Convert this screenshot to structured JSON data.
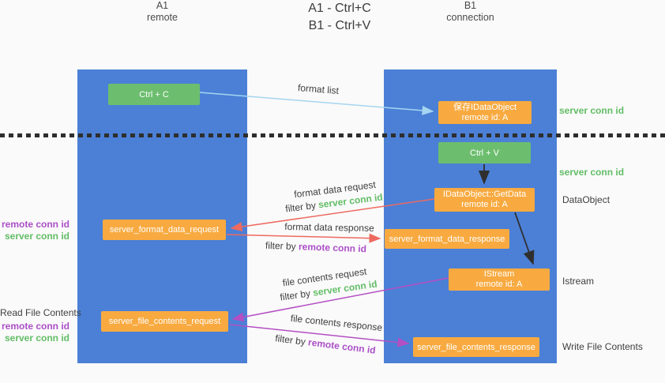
{
  "title": {
    "line1": "A1 - Ctrl+C",
    "line2": "B1 - Ctrl+V"
  },
  "columns": {
    "left": {
      "id": "A1",
      "label": "remote"
    },
    "right": {
      "id": "B1",
      "label": "connection"
    }
  },
  "nodes": {
    "ctrl_c": "Ctrl + C",
    "save_idataobject": {
      "line1": "保存IDataObject",
      "line2": "remote id: A"
    },
    "ctrl_v": "Ctrl + V",
    "getdata": {
      "line1": "IDataObject::GetData",
      "line2": "remote id: A"
    },
    "format_request": "server_format_data_request",
    "format_response": "server_format_data_response",
    "istream": {
      "line1": "IStream",
      "line2": "remote id: A"
    },
    "file_request": "server_file_contents_request",
    "file_response": "server_file_contents_response"
  },
  "arrow_labels": {
    "format_list": "format list",
    "format_data_request": "format data request",
    "format_data_response": "format data response",
    "file_contents_request": "file contents request",
    "file_contents_response": "file contents response",
    "filter_by": "filter by",
    "server_conn_id": "server conn id",
    "remote_conn_id": "remote conn id"
  },
  "annotations": {
    "right_server_conn_id_top": "server conn id",
    "right_server_conn_id_mid": "server conn id",
    "dataobject": "DataObject",
    "istream": "Istream",
    "write_file_contents": "Write File Contents",
    "read_file_contents": "Read File Contents",
    "left_remote_conn_id_1": "remote conn id",
    "left_server_conn_id_1": "server conn id",
    "left_remote_conn_id_2": "remote conn id",
    "left_server_conn_id_2": "server conn id"
  },
  "colors": {
    "background": "#fafafa",
    "lifeline_blue": "#4b80d6",
    "node_green": "#6cbe6e",
    "node_orange": "#f8aa40",
    "text_green": "#62bd66",
    "text_purple": "#ab4fc8",
    "arrow_red": "#ee6a60",
    "arrow_purple": "#b44fc4",
    "arrow_light_blue": "#a5d5f0",
    "arrow_black": "#2f2f2f",
    "text_dark": "#3f3f3f"
  }
}
